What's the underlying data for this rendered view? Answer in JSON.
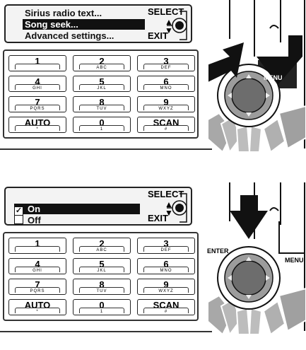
{
  "top": {
    "menu_items": [
      "Sirius radio text...",
      "Song seek...",
      "Advanced settings..."
    ],
    "selected_index": 1,
    "select_label": "SELECT",
    "exit_label": "EXIT",
    "menu_button_label": "MENU"
  },
  "bottom": {
    "options": [
      {
        "label": "On",
        "checked": true
      },
      {
        "label": "Off",
        "checked": false
      }
    ],
    "select_label": "SELECT",
    "exit_label": "EXIT",
    "enter_label": "ENTER",
    "menu_button_label": "MENU"
  },
  "keypad": {
    "keys": [
      {
        "main": "1",
        "sub": ""
      },
      {
        "main": "2",
        "sub": "ABC"
      },
      {
        "main": "3",
        "sub": "DEF"
      },
      {
        "main": "4",
        "sub": "GHI"
      },
      {
        "main": "5",
        "sub": "JKL"
      },
      {
        "main": "6",
        "sub": "MNO"
      },
      {
        "main": "7",
        "sub": "PQRS"
      },
      {
        "main": "8",
        "sub": "TUV"
      },
      {
        "main": "9",
        "sub": "WXYZ"
      },
      {
        "main": "AUTO",
        "sub": "*"
      },
      {
        "main": "0",
        "sub": "1"
      },
      {
        "main": "SCAN",
        "sub": "#"
      }
    ]
  },
  "icons": {
    "phone": "phone-icon",
    "press_arrow": "press-arrow-icon",
    "rotate_arrows": "rotate-arrows-icon",
    "controller_knob": "controller-knob-icon"
  },
  "colors": {
    "ink": "#111111",
    "arrow_gray": "#9a9a9a",
    "display_bg": "#f3f3f3"
  }
}
